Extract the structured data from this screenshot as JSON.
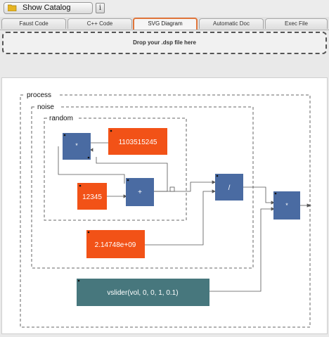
{
  "toolbar": {
    "catalog_label": "Show Catalog",
    "catalog_icon": "folder-icon",
    "info_label": "i",
    "info_icon": "info-icon"
  },
  "tabs": [
    {
      "label": "Faust Code",
      "active": false
    },
    {
      "label": "C++ Code",
      "active": false
    },
    {
      "label": "SVG Diagram",
      "active": true
    },
    {
      "label": "Automatic Doc",
      "active": false
    },
    {
      "label": "Exec File",
      "active": false
    }
  ],
  "dropzone": {
    "label": "Drop your .dsp file here"
  },
  "diagram": {
    "groups": {
      "process": "process",
      "noise": "noise",
      "random": "random"
    },
    "blocks": {
      "mul_inner": "*",
      "const_big": "1103515245",
      "const_seed": "12345",
      "add": "+",
      "div": "/",
      "const_div": "2.14748e+09",
      "slider": "vslider(vol, 0, 0, 1, 0.1)",
      "mul_out": "*"
    },
    "colors": {
      "operator": "#4a6ba2",
      "constant": "#f25217",
      "slider": "#47777d",
      "active_tab": "#e0753a"
    }
  }
}
